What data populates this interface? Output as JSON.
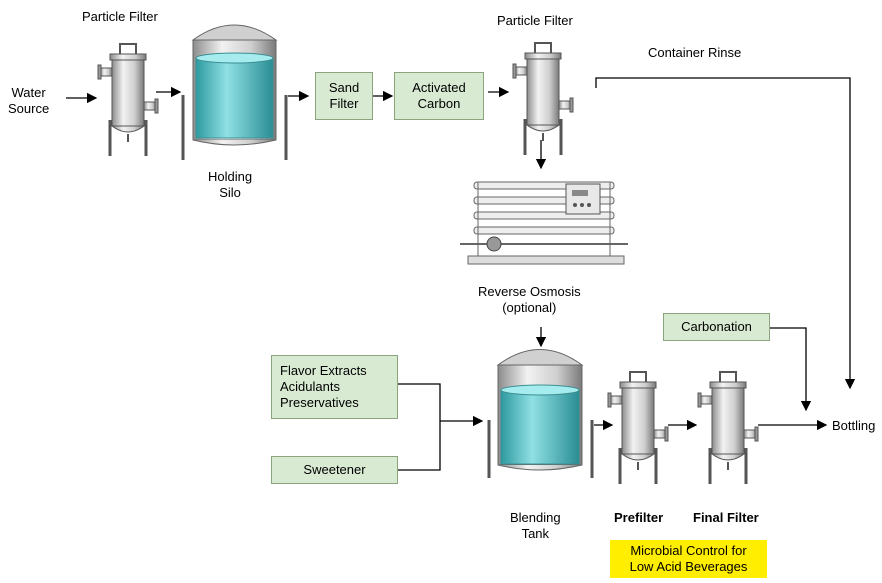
{
  "labels": {
    "pf1": "Particle Filter",
    "water_source": [
      "Water",
      "Source"
    ],
    "holding_silo": [
      "Holding",
      "Silo"
    ],
    "pf2": "Particle Filter",
    "container_rinse": "Container Rinse",
    "reverse_osmosis": [
      "Reverse Osmosis",
      "(optional)"
    ],
    "blending_tank": [
      "Blending",
      "Tank"
    ],
    "prefilter": "Prefilter",
    "final_filter": "Final Filter",
    "bottling": "Bottling"
  },
  "boxes": {
    "sand_filter": [
      "Sand",
      "Filter"
    ],
    "activated_carbon": [
      "Activated",
      "Carbon"
    ],
    "carbonation": "Carbonation",
    "flavor": [
      "Flavor Extracts",
      "Acidulants",
      "Preservatives"
    ],
    "sweetener": "Sweetener",
    "microbial": [
      "Microbial Control for",
      "Low Acid Beverages"
    ]
  },
  "colors": {
    "box_fill": "#d9ead3",
    "highlight": "#ffee00",
    "water": "#5ec4c8",
    "steel": "#c8c8c8"
  }
}
